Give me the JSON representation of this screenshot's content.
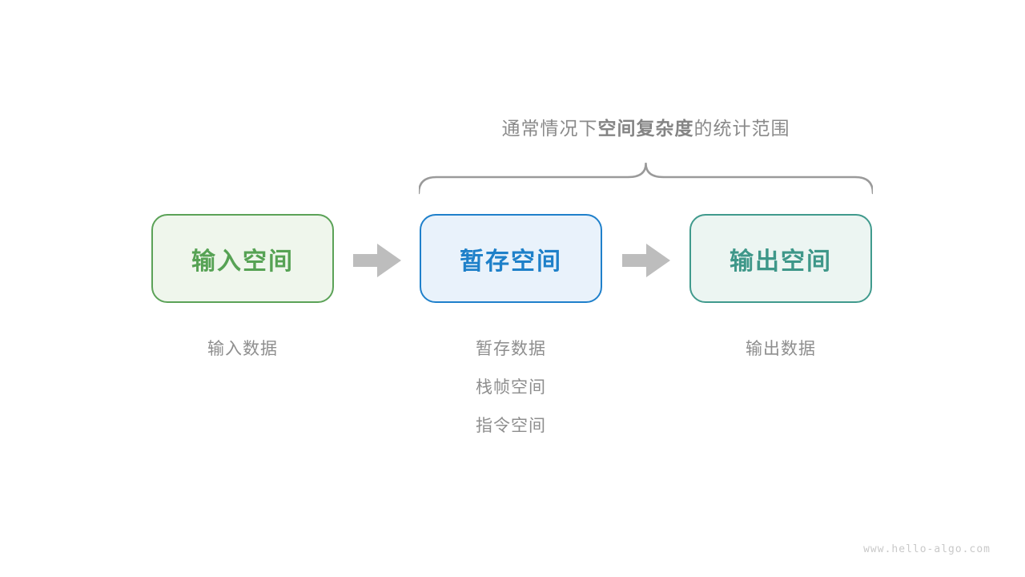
{
  "page": {
    "background": "#ffffff",
    "watermark": "www.hello-algo.com",
    "watermark_color": "#c9c9c9"
  },
  "title": {
    "prefix": "通常情况下",
    "emphasis": "空间复杂度",
    "suffix": "的统计范围",
    "color": "#8a8a8a"
  },
  "brace": {
    "color": "#9a9a9a"
  },
  "arrows": {
    "color": "#bdbdbd"
  },
  "boxes": [
    {
      "id": "input-space",
      "label": "输入空间",
      "border_color": "#5ba257",
      "fill_color": "#eff6ec",
      "text_color": "#56a254"
    },
    {
      "id": "temp-space",
      "label": "暂存空间",
      "border_color": "#1f80cb",
      "fill_color": "#e9f2fb",
      "text_color": "#1e80c9"
    },
    {
      "id": "output-space",
      "label": "输出空间",
      "border_color": "#409a8d",
      "fill_color": "#ecf5f2",
      "text_color": "#3e9789"
    }
  ],
  "annotations": [
    {
      "box": "input-space",
      "lines": [
        "输入数据"
      ]
    },
    {
      "box": "temp-space",
      "lines": [
        "暂存数据",
        "栈帧空间",
        "指令空间"
      ]
    },
    {
      "box": "output-space",
      "lines": [
        "输出数据"
      ]
    }
  ]
}
